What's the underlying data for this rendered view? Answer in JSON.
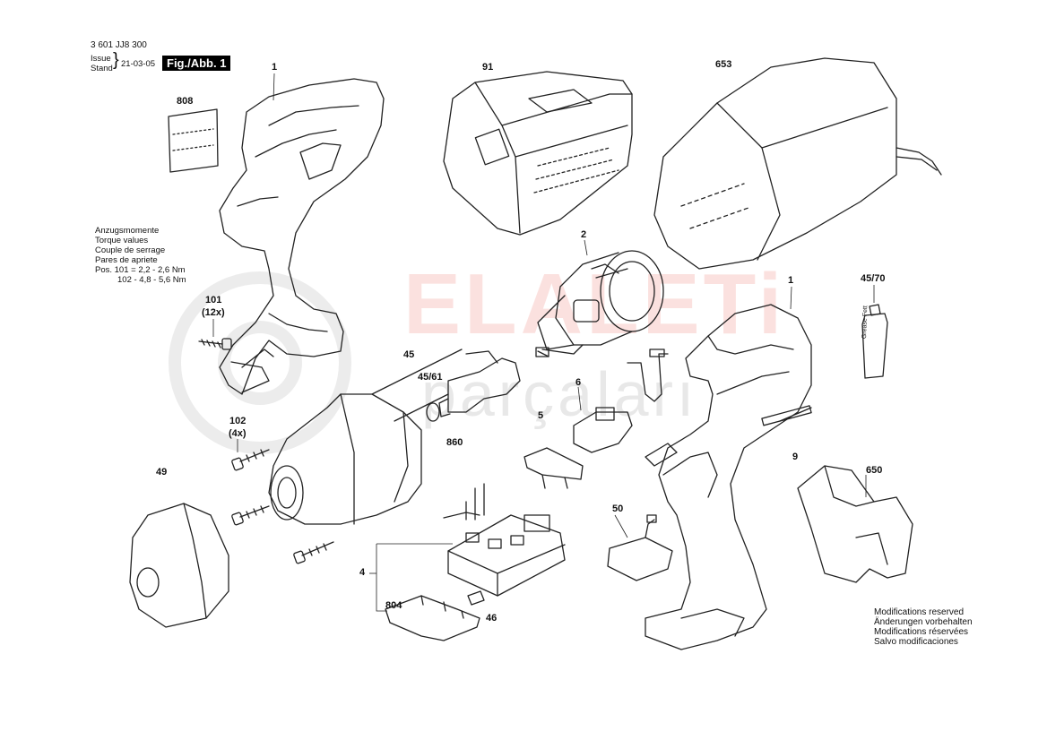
{
  "header": {
    "doc_number": "3 601 JJ8 300",
    "issue_label": "Issue",
    "stand_label": "Stand",
    "date": "21-03-05",
    "figure": "Fig./Abb. 1"
  },
  "torque": {
    "lines": [
      "Anzugsmomente",
      "Torque values",
      "Couple de serrage",
      "Pares de apriete"
    ],
    "pos1": "Pos. 101 = 2,2 - 2,6 Nm",
    "pos2": "102 - 4,8 - 5,6 Nm"
  },
  "parts": {
    "p808": "808",
    "p1a": "1",
    "p91": "91",
    "p653": "653",
    "p2": "2",
    "p1b": "1",
    "p45_70": "45/70",
    "p101": "101",
    "p101q": "(12x)",
    "p45": "45",
    "p45_61": "45/61",
    "p6": "6",
    "p5": "5",
    "p860": "860",
    "p102": "102",
    "p102q": "(4x)",
    "p49": "49",
    "p9": "9",
    "p650": "650",
    "p50": "50",
    "p4": "4",
    "p804": "804",
    "p46": "46"
  },
  "grease_label": "Grease Fett",
  "watermark": {
    "line1": "ELALETi",
    "line2": "parçaları"
  },
  "notes": [
    "Modifications reserved",
    "Änderungen vorbehalten",
    "Modifications réservées",
    "Salvo modificaciones"
  ]
}
